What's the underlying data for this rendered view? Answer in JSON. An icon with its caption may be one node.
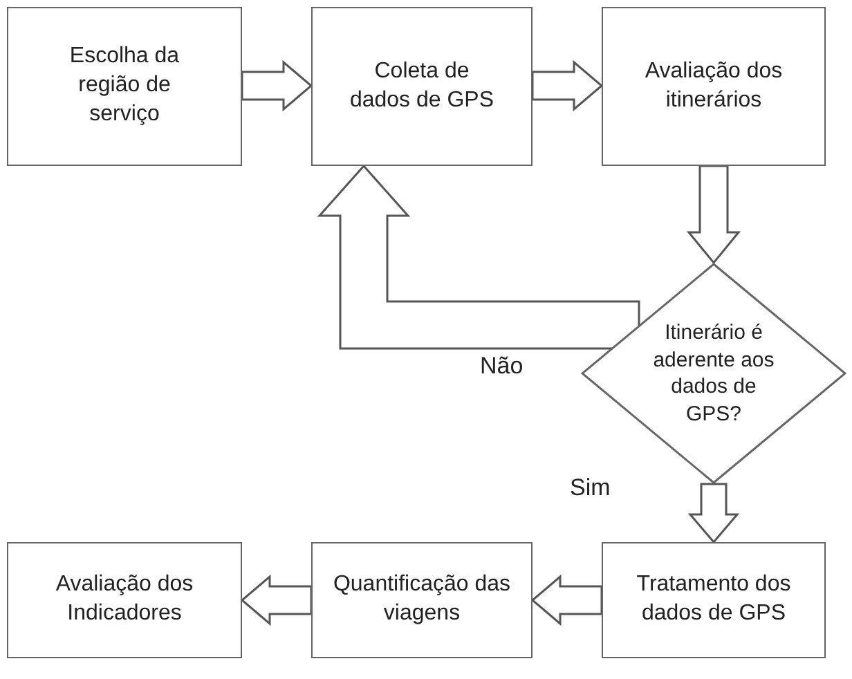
{
  "diagram": {
    "nodes": [
      {
        "text": [
          "Escolha da região de serviço"
        ]
      },
      {
        "text": [
          "Coleta de dados de GPS"
        ]
      },
      {
        "text": [
          "Avaliação dos itinerários"
        ]
      },
      {
        "text": [
          "Itinerário é aderente aos dados de GPS?"
        ]
      },
      {
        "text": [
          "Avaliação dos Indicadores"
        ]
      },
      {
        "text": [
          "Quantificação das viagens"
        ]
      },
      {
        "text": [
          "Tratamento dos dados de GPS"
        ]
      }
    ],
    "edges": [
      {
        "from": 0,
        "to": 1,
        "arrow": "to"
      },
      {
        "from": 1,
        "to": 2,
        "arrow": "to"
      },
      {
        "from": 2,
        "to": 3,
        "arrow": "to"
      },
      {
        "from": 3,
        "to": 1,
        "arrow": "to",
        "label": "Não"
      },
      {
        "from": 3,
        "to": 6,
        "arrow": "to",
        "label": "Sim"
      },
      {
        "from": 6,
        "to": 5,
        "arrow": "to"
      },
      {
        "from": 5,
        "to": 4,
        "arrow": "to"
      }
    ]
  }
}
